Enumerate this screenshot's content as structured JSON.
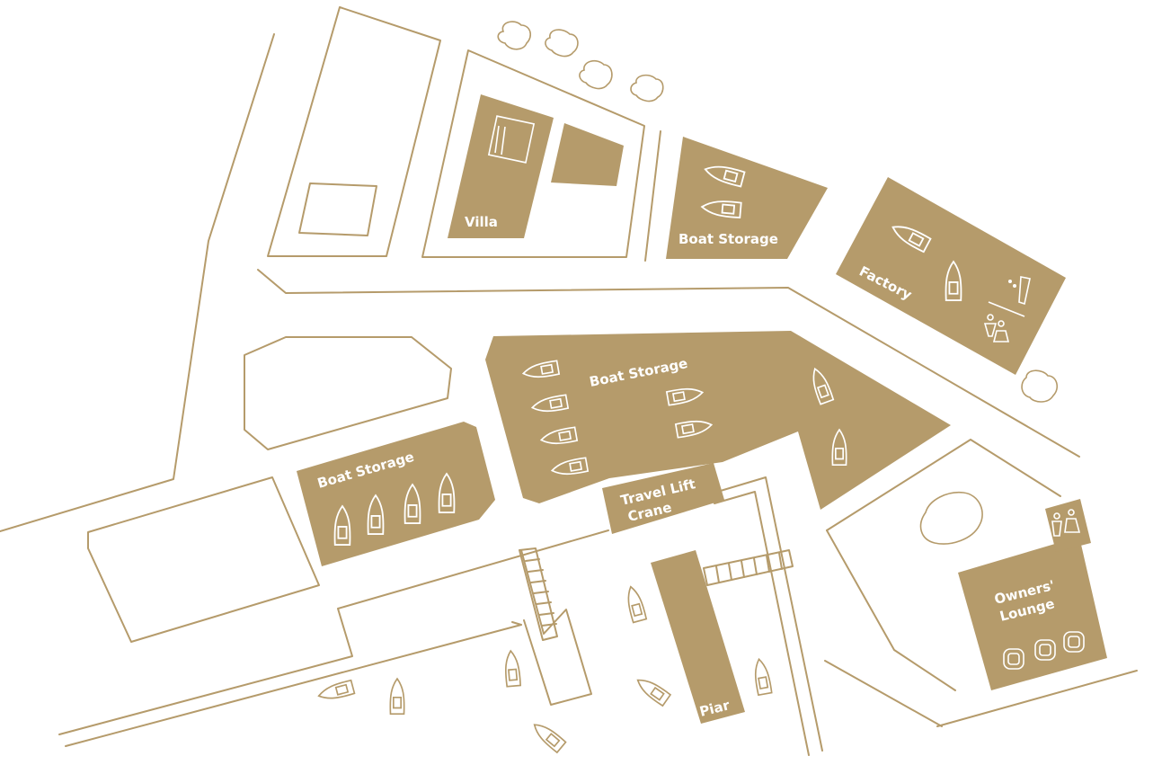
{
  "map": {
    "labels": {
      "villa": "Villa",
      "boat_storage_top": "Boat Storage",
      "factory": "Factory",
      "boat_storage_center": "Boat Storage",
      "boat_storage_left": "Boat Storage",
      "travel_lift_line1": "Travel Lift",
      "travel_lift_line2": "Crane",
      "piar": "Piar",
      "owners_lounge_line1": "Owners'",
      "owners_lounge_line2": "Lounge"
    },
    "icons": [
      "boat-icon",
      "bed-icon",
      "shower-icon",
      "restroom-icon",
      "sink-icon",
      "tree-icon"
    ],
    "colors": {
      "accent": "#b59b6b",
      "background": "#ffffff",
      "label": "#ffffff"
    }
  }
}
